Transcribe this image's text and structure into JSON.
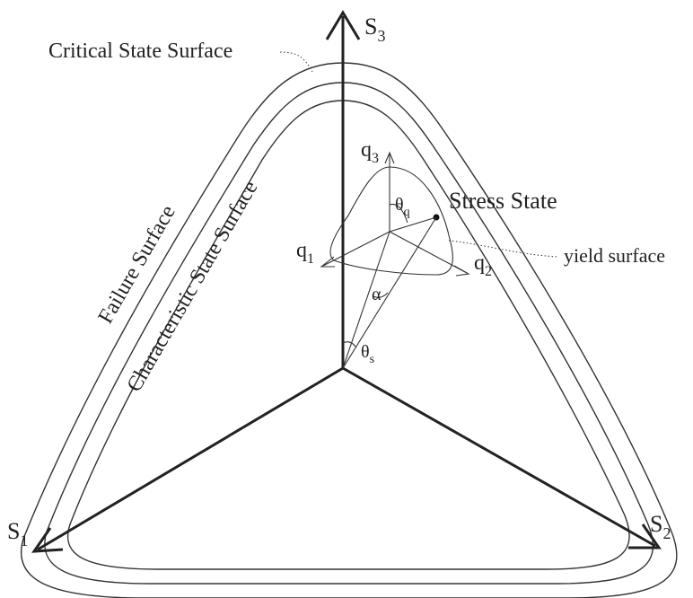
{
  "axes": {
    "s1": {
      "main": "S",
      "sub": "1"
    },
    "s2": {
      "main": "S",
      "sub": "2"
    },
    "s3": {
      "main": "S",
      "sub": "3"
    }
  },
  "surfaces": {
    "critical": "Critical State Surface",
    "failure": "Failure Surface",
    "characteristic": "Characteristic State Surface",
    "yield": "yield surface"
  },
  "stress_state": "Stress State",
  "local_axes": {
    "q1": {
      "main": "q",
      "sub": "1"
    },
    "q2": {
      "main": "q",
      "sub": "2"
    },
    "q3": {
      "main": "q",
      "sub": "3"
    }
  },
  "angles": {
    "theta_q": {
      "main": "θ",
      "sub": "q"
    },
    "alpha": "α",
    "theta_s": {
      "main": "θ",
      "sub": "s"
    }
  }
}
